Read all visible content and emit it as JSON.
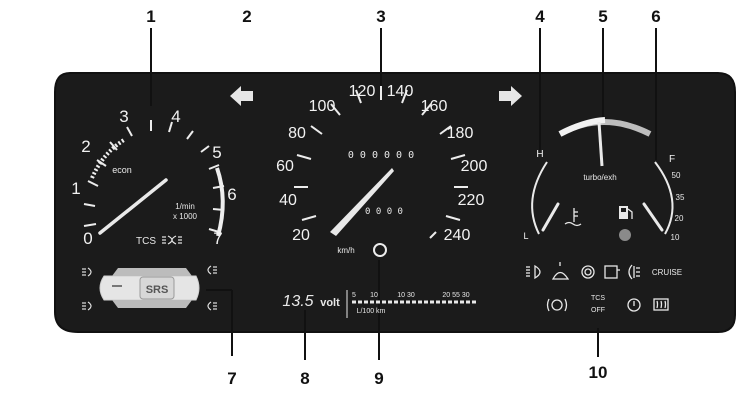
{
  "callouts": [
    "1",
    "2",
    "3",
    "4",
    "5",
    "6",
    "7",
    "8",
    "9",
    "10"
  ],
  "tachometer": {
    "numbers": [
      "0",
      "1",
      "2",
      "3",
      "4",
      "5",
      "6",
      "7"
    ],
    "econ_label": "econ",
    "unit_line1": "1/min",
    "unit_line2": "x 1000",
    "tcs_label": "TCS"
  },
  "speedometer": {
    "numbers": [
      "20",
      "40",
      "60",
      "80",
      "100",
      "120",
      "140",
      "160",
      "180",
      "200",
      "220",
      "240"
    ],
    "odometer": "0 0 0 0 0 0",
    "trip": "0 0 0 0",
    "unit": "km/h"
  },
  "right_cluster": {
    "temp_high": "H",
    "temp_low": "L",
    "fuel_full": "F",
    "turbo_label": "turbo/exh",
    "fuel_scale": [
      "50",
      "35",
      "20",
      "10"
    ]
  },
  "warnings": {
    "cruise_label": "CRUISE",
    "tcs_label": "TCS",
    "off_label": "OFF"
  },
  "srs_label": "SRS",
  "display": {
    "voltage_value": "13.5",
    "voltage_unit": "volt",
    "consumption_scale": [
      "5",
      "10",
      "10 30",
      "20 55 30"
    ],
    "consumption_unit": "L/100 km"
  },
  "colors": {
    "panel": "#1b1b1b",
    "dial_text": "#f2f2f2",
    "needle": "#e9e9e9",
    "gauge_red": "#e5e5e5"
  }
}
